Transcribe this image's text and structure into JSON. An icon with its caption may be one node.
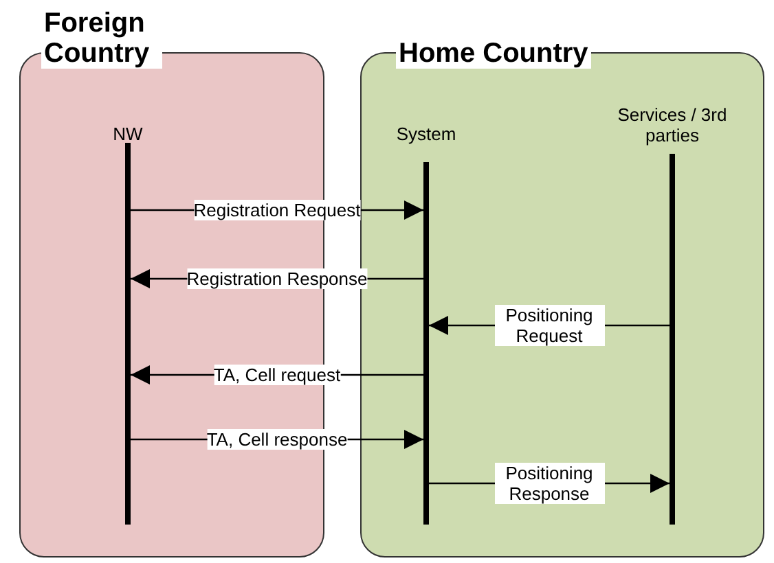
{
  "diagram": {
    "nodes": [
      {
        "text": [
          "Foreign Country"
        ]
      },
      {
        "text": [
          "Home Country"
        ]
      },
      {
        "text": [
          "NW"
        ],
        "in": 0
      },
      {
        "text": [
          "System"
        ],
        "in": 1
      },
      {
        "text": [
          "Services / 3rd parties"
        ],
        "in": 1
      }
    ],
    "edges": [
      {
        "from": 2,
        "to": 3,
        "arrow": "to",
        "label": "Registration Request"
      },
      {
        "from": 3,
        "to": 2,
        "arrow": "to",
        "label": "Registration Response"
      },
      {
        "from": 4,
        "to": 3,
        "arrow": "to",
        "label": "Positioning Request"
      },
      {
        "from": 3,
        "to": 2,
        "arrow": "to",
        "label": "TA, Cell request"
      },
      {
        "from": 2,
        "to": 3,
        "arrow": "to",
        "label": "TA, Cell response"
      },
      {
        "from": 3,
        "to": 4,
        "arrow": "to",
        "label": "Positioning Response"
      }
    ]
  }
}
